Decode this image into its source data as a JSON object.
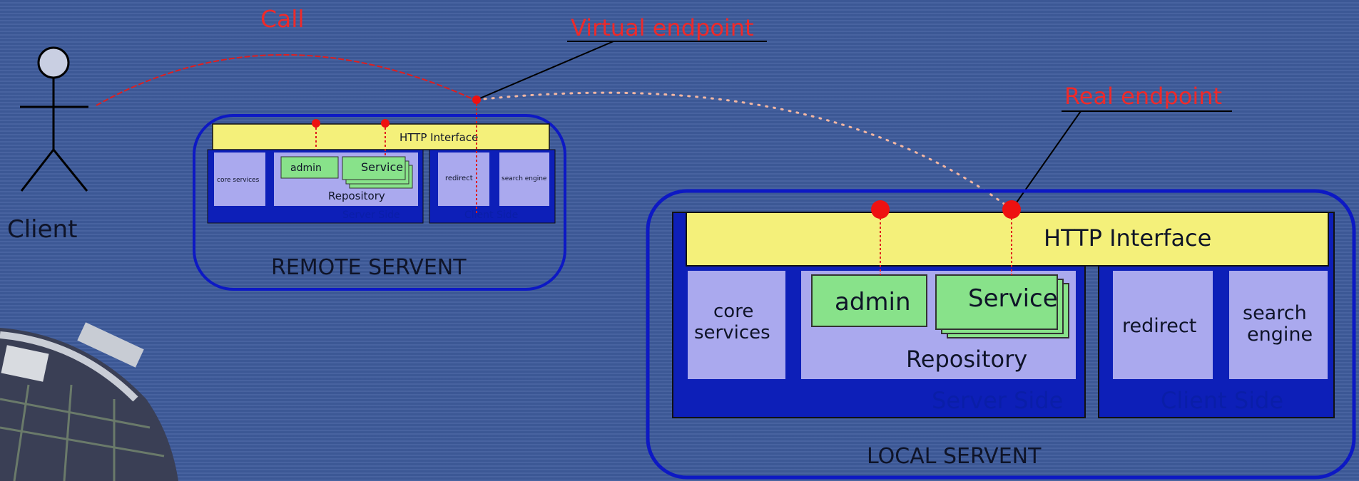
{
  "actor": {
    "label": "Client"
  },
  "call_label": "Call",
  "virtual_endpoint_label": "Virtual endpoint",
  "real_endpoint_label": "Real endpoint",
  "remote": {
    "title": "REMOTE SERVENT",
    "http_interface": "HTTP Interface",
    "core_services": "core services",
    "admin": "admin",
    "service": "Service",
    "repository": "Repository",
    "server_side": "Server Side",
    "redirect": "redirect",
    "search_engine": "search engine",
    "client_side": "Client Side"
  },
  "local": {
    "title": "LOCAL SERVENT",
    "http_interface": "HTTP Interface",
    "core_services_line1": "core",
    "core_services_line2": "services",
    "admin": "admin",
    "service": "Service",
    "repository": "Repository",
    "server_side": "Server Side",
    "redirect": "redirect",
    "search_engine_line1": "search",
    "search_engine_line2": "engine",
    "client_side": "Client Side"
  },
  "colors": {
    "background": "#3e5b9b",
    "servent_border": "#0d19c4",
    "interface_fill": "#f4f07a",
    "panel_fill": "#0d1fb8",
    "module_fill": "#aaa9ee",
    "service_fill": "#88e28a",
    "endpoint_red": "#ee1111"
  }
}
